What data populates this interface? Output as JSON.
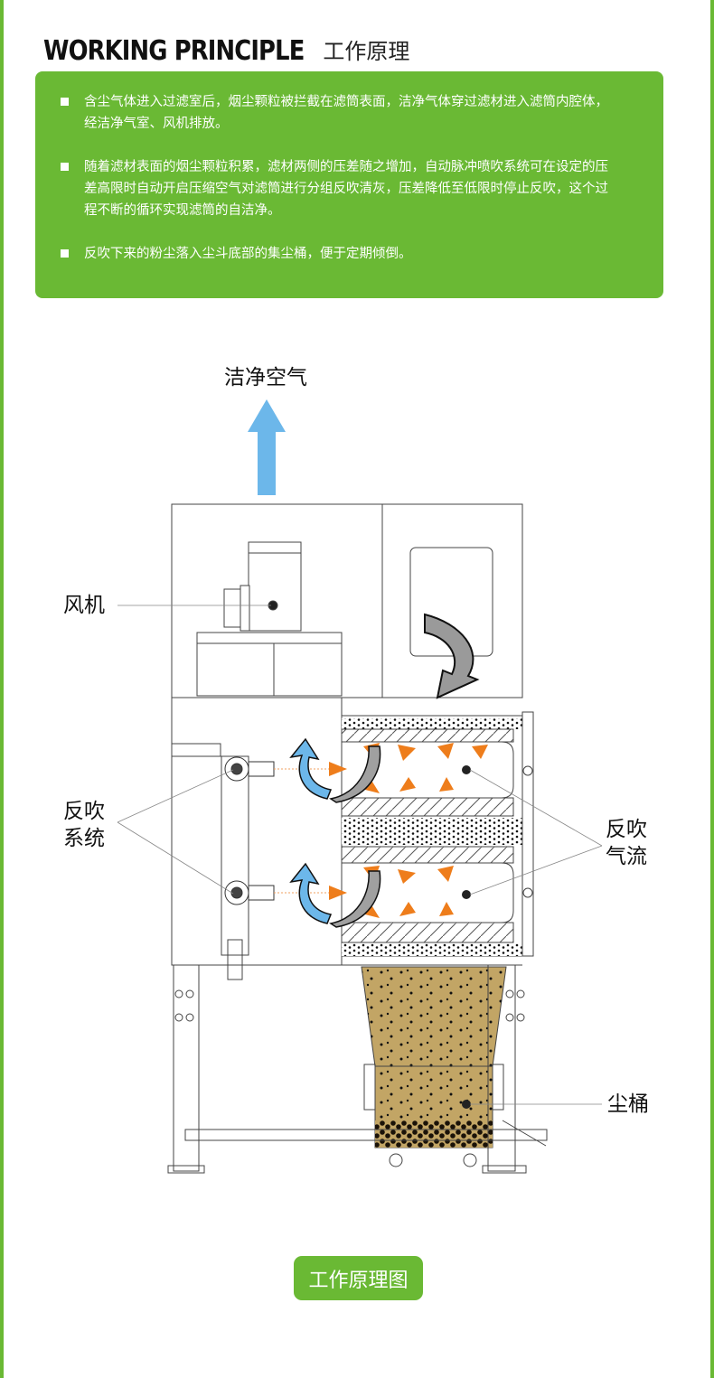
{
  "header": {
    "title_en": "WORKING PRINCIPLE",
    "title_zh": "工作原理"
  },
  "principles": [
    "含尘气体进入过滤室后，烟尘颗粒被拦截在滤筒表面，洁净气体穿过滤材进入滤筒内腔体，经洁净气室、风机排放。",
    "随着滤材表面的烟尘颗粒积累，滤材两侧的压差随之增加，自动脉冲喷吹系统可在设定的压差高限时自动开启压缩空气对滤筒进行分组反吹清灰，压差降低至低限时停止反吹，这个过程不断的循环实现滤筒的自洁净。",
    "反吹下来的粉尘落入尘斗底部的集尘桶，便于定期倾倒。"
  ],
  "diagram": {
    "clean_air_label": "洁净空气",
    "fan_label": "风机",
    "backflush_system_label_1": "反吹",
    "backflush_system_label_2": "系统",
    "backflush_airflow_label_1": "反吹",
    "backflush_airflow_label_2": "气流",
    "dust_bin_label": "尘桶"
  },
  "caption": "工作原理图",
  "colors": {
    "brand_green": "#6ab934",
    "clean_air_blue": "#6cb7ea",
    "airflow_orange": "#ee7d1b",
    "dust_tan": "#c2a565"
  }
}
